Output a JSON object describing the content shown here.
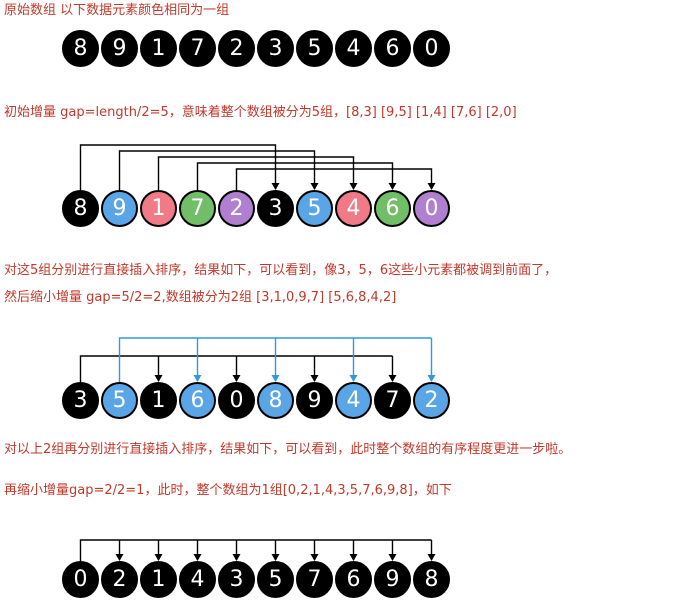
{
  "captions": {
    "initial": "原始数组  以下数据元素颜色相同为一组",
    "step1": "初始增量 gap=length/2=5，意味着整个数组被分为5组，[8,3] [9,5] [1,4] [7,6] [2,0]",
    "step2_line1": "对这5组分别进行直接插入排序，结果如下，可以看到，像3，5，6这些小元素都被调到前面了，",
    "step2_line2": "然后缩小增量 gap=5/2=2,数组被分为2组 [3,1,0,9,7] [5,6,8,4,2]",
    "step3_line1": "对以上2组再分别进行直接插入排序，结果如下，可以看到，此时整个数组的有序程度更进一步啦。",
    "step3_line2": "再缩小增量gap=2/2=1，此时，整个数组为1组[0,2,1,4,3,5,7,6,9,8]，如下"
  },
  "colors": {
    "black": "#000000",
    "blue": "#5aa5e6",
    "pink": "#f07a86",
    "green": "#72be68",
    "purple": "#b07fd0",
    "blueArrow": "#2f9ae0"
  },
  "rows": [
    {
      "name": "array-original",
      "values": [
        8,
        9,
        1,
        7,
        2,
        3,
        5,
        4,
        6,
        0
      ],
      "colors": [
        "black",
        "black",
        "black",
        "black",
        "black",
        "black",
        "black",
        "black",
        "black",
        "black"
      ]
    },
    {
      "name": "array-gap-5",
      "values": [
        8,
        9,
        1,
        7,
        2,
        3,
        5,
        4,
        6,
        0
      ],
      "colors": [
        "black",
        "blue",
        "pink",
        "green",
        "purple",
        "black",
        "blue",
        "pink",
        "green",
        "purple"
      ],
      "gap": 5
    },
    {
      "name": "array-gap-2",
      "values": [
        3,
        5,
        1,
        6,
        0,
        8,
        9,
        4,
        7,
        2
      ],
      "colors": [
        "black",
        "blue",
        "black",
        "blue",
        "black",
        "blue",
        "black",
        "blue",
        "black",
        "blue"
      ],
      "gap": 2
    },
    {
      "name": "array-gap-1",
      "values": [
        0,
        2,
        1,
        4,
        3,
        5,
        7,
        6,
        9,
        8
      ],
      "colors": [
        "black",
        "black",
        "black",
        "black",
        "black",
        "black",
        "black",
        "black",
        "black",
        "black"
      ],
      "gap": 1
    }
  ]
}
